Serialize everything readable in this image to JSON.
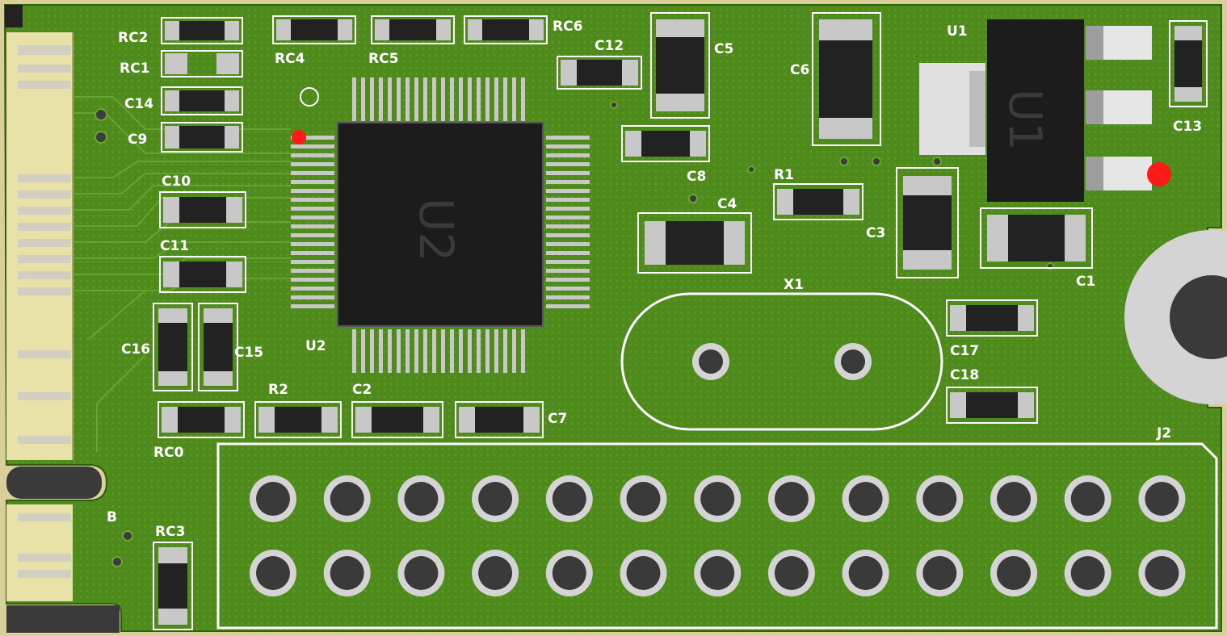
{
  "board": {
    "colors": {
      "pcb": "#4f8a1c",
      "pcb_dark": "#3f7414",
      "edge": "#d8cf9a",
      "gold": "#e8e2a8",
      "silk": "#ffffff",
      "body": "#1c1c1c",
      "pad": "#c8c8c8",
      "marker": "#ff1a1a"
    },
    "labels": {
      "rc2": "RC2",
      "rc1": "RC1",
      "c14": "C14",
      "c9": "C9",
      "rc4": "RC4",
      "rc5": "RC5",
      "rc6": "RC6",
      "c12": "C12",
      "c5": "C5",
      "c6": "C6",
      "u1": "U1",
      "c13": "C13",
      "c8": "C8",
      "r1": "R1",
      "c4": "C4",
      "c3": "C3",
      "c1": "C1",
      "c10": "C10",
      "c11": "C11",
      "c16": "C16",
      "c15": "C15",
      "u2": "U2",
      "x1": "X1",
      "c17": "C17",
      "c18": "C18",
      "r2": "R2",
      "c2": "C2",
      "c7": "C7",
      "rc0": "RC0",
      "j2": "J2",
      "rc3": "RC3"
    },
    "chip_marks": {
      "u2": "U2",
      "u1": "U1"
    },
    "edge_mark": "B"
  }
}
